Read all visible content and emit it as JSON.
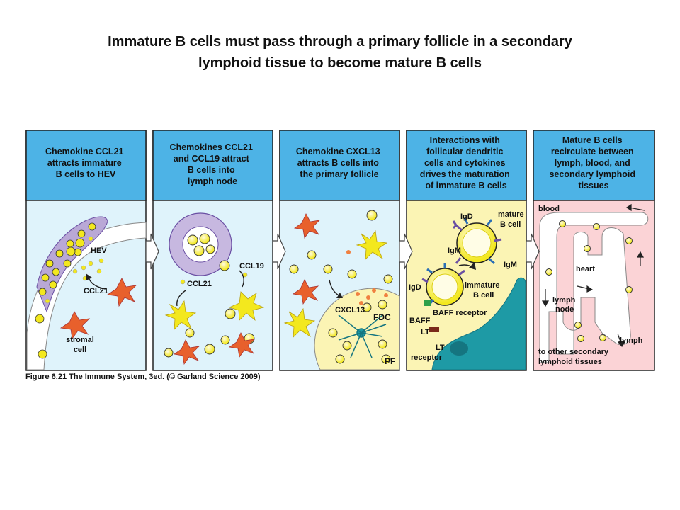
{
  "title": {
    "line1": "Immature B cells must pass through a primary follicle in a secondary",
    "line2": "lymphoid tissue to become mature B cells"
  },
  "colors": {
    "header_blue": "#4db3e6",
    "panel_light_blue": "#dff3fb",
    "panel_yellow": "#fbf4b4",
    "panel_pink": "#fbd3d6",
    "stromal_orange": "#e8602c",
    "bcell_yellow": "#f3e81e",
    "fdc_teal": "#1e9aa5",
    "igd_purple": "#6a4fa3",
    "igm_blue": "#2a6fb5"
  },
  "panels": [
    {
      "header": [
        "Chemokine CCL21",
        "attracts immature",
        "B cells to HEV"
      ],
      "labels": {
        "hev": "HEV",
        "ccl21": "CCL21",
        "stromal": "stromal",
        "cell": "cell"
      }
    },
    {
      "header": [
        "Chemokines CCL21",
        "and CCL19 attract",
        "B cells into",
        "lymph node"
      ],
      "labels": {
        "ccl19": "CCL19",
        "ccl21": "CCL21"
      }
    },
    {
      "header": [
        "Chemokine CXCL13",
        "attracts B cells into",
        "the primary follicle"
      ],
      "labels": {
        "cxcl13": "CXCL13",
        "fdc": "FDC",
        "pf": "PF"
      }
    },
    {
      "header": [
        "Interactions with",
        "follicular dendritic",
        "cells and cytokines",
        "drives the maturation",
        "of immature B cells"
      ],
      "labels": {
        "igd_top": "IgD",
        "mature": "mature",
        "bcell_top": "B cell",
        "igm_left": "IgM",
        "igm_right": "IgM",
        "igd_left": "IgD",
        "immature": "immature",
        "bcell_bottom": "B cell",
        "baff_receptor": "BAFF receptor",
        "baff": "BAFF",
        "lt": "LT",
        "lt_receptor_1": "LT",
        "lt_receptor_2": "receptor"
      }
    },
    {
      "header": [
        "Mature B cells",
        "recirculate between",
        "lymph, blood, and",
        "secondary lymphoid",
        "tissues"
      ],
      "labels": {
        "blood": "blood",
        "heart": "heart",
        "lymph_node_1": "lymph",
        "lymph_node_2": "node",
        "lymph": "lymph",
        "other_1": "to other secondary",
        "other_2": "lymphoid tissues"
      }
    }
  ],
  "caption": {
    "figure": "Figure 6.21",
    "text": "The Immune System, 3ed. (© Garland Science 2009)"
  }
}
